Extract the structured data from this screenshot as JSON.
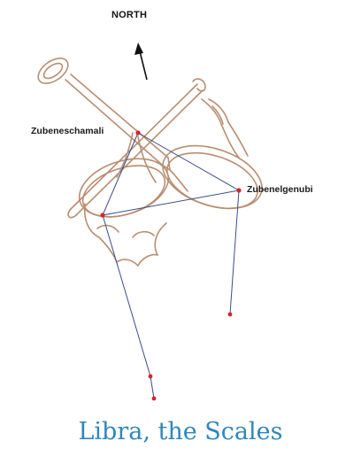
{
  "direction_label": "NORTH",
  "stars": {
    "zubeneschamali": "Zubeneschamali",
    "zubenelgenubi": "Zubenelgenubi"
  },
  "caption": "Libra, the Scales",
  "colors": {
    "figure_outline": "#b98e70",
    "constellation_line": "#3b4c8a",
    "star": "#d8242a",
    "caption": "#2f86bd",
    "arrow": "#111111"
  }
}
